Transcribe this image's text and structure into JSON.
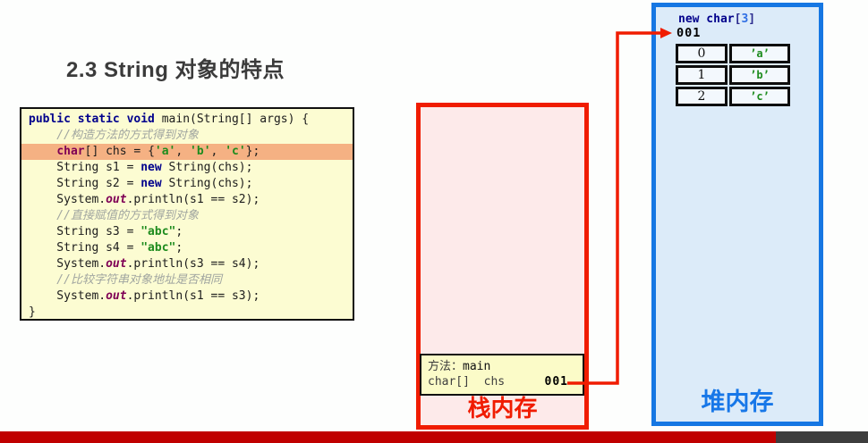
{
  "title": "2.3 String 对象的特点",
  "colors": {
    "title_gray": "#3b3b3b",
    "code_bg": "#fcfcd2",
    "frame_bg": "#fbfbc8",
    "highlight_salmon": "#f5b183",
    "keyword_blue": "#00008c",
    "type_purple": "#7f0055",
    "string_green": "#1e8c1e",
    "comment_gray": "#a0a5a0",
    "stack_border_red": "#f01c00",
    "stack_fill_pink": "#fdeaea",
    "stack_label_red": "#f01c00",
    "heap_border_blue": "#1677e3",
    "heap_fill_blue": "#dcebf9",
    "heap_label_blue": "#1777e8",
    "arrow_red": "#f01c00",
    "bar_red": "#c00000",
    "bar_gray": "#3d3d3d"
  },
  "code": {
    "lines": [
      {
        "highlight": false,
        "segments": [
          {
            "t": "public static void",
            "s": "kw"
          },
          {
            "t": " main(String[] args) {",
            "s": "pl"
          }
        ]
      },
      {
        "highlight": false,
        "segments": [
          {
            "t": "    //构造方法的方式得到对象",
            "s": "cm"
          }
        ]
      },
      {
        "highlight": true,
        "segments": [
          {
            "t": "    ",
            "s": "pl"
          },
          {
            "t": "char",
            "s": "ty"
          },
          {
            "t": "[] chs = {",
            "s": "pl"
          },
          {
            "t": "'a'",
            "s": "st"
          },
          {
            "t": ", ",
            "s": "pl"
          },
          {
            "t": "'b'",
            "s": "st"
          },
          {
            "t": ", ",
            "s": "pl"
          },
          {
            "t": "'c'",
            "s": "st"
          },
          {
            "t": "};",
            "s": "pl"
          }
        ]
      },
      {
        "highlight": false,
        "segments": [
          {
            "t": "    String s1 = ",
            "s": "pl"
          },
          {
            "t": "new",
            "s": "kw"
          },
          {
            "t": " String(chs);",
            "s": "pl"
          }
        ]
      },
      {
        "highlight": false,
        "segments": [
          {
            "t": "    String s2 = ",
            "s": "pl"
          },
          {
            "t": "new",
            "s": "kw"
          },
          {
            "t": " String(chs);",
            "s": "pl"
          }
        ]
      },
      {
        "highlight": false,
        "segments": [
          {
            "t": "    System.",
            "s": "pl"
          },
          {
            "t": "out",
            "s": "ou"
          },
          {
            "t": ".println(s1 == s2);",
            "s": "pl"
          }
        ]
      },
      {
        "highlight": false,
        "segments": [
          {
            "t": "    //直接赋值的方式得到对象",
            "s": "cm"
          }
        ]
      },
      {
        "highlight": false,
        "segments": [
          {
            "t": "    String s3 = ",
            "s": "pl"
          },
          {
            "t": "\"abc\"",
            "s": "st"
          },
          {
            "t": ";",
            "s": "pl"
          }
        ]
      },
      {
        "highlight": false,
        "segments": [
          {
            "t": "    String s4 = ",
            "s": "pl"
          },
          {
            "t": "\"abc\"",
            "s": "st"
          },
          {
            "t": ";",
            "s": "pl"
          }
        ]
      },
      {
        "highlight": false,
        "segments": [
          {
            "t": "    System.",
            "s": "pl"
          },
          {
            "t": "out",
            "s": "ou"
          },
          {
            "t": ".println(s3 == s4);",
            "s": "pl"
          }
        ]
      },
      {
        "highlight": false,
        "segments": [
          {
            "t": "    //比较字符串对象地址是否相同",
            "s": "cm"
          }
        ]
      },
      {
        "highlight": false,
        "segments": [
          {
            "t": "    System.",
            "s": "pl"
          },
          {
            "t": "out",
            "s": "ou"
          },
          {
            "t": ".println(s1 == s3);",
            "s": "pl"
          }
        ]
      },
      {
        "highlight": false,
        "segments": [
          {
            "t": "}",
            "s": "pl"
          }
        ]
      }
    ]
  },
  "stack": {
    "label": "栈内存",
    "frame": {
      "method_label": "方法：",
      "method_name": "main",
      "var_decl": "char[]  chs",
      "var_value": "001"
    }
  },
  "heap": {
    "label": "堆内存",
    "allocation": {
      "expr_new": "new char",
      "bracket_open": "[",
      "size": "3",
      "bracket_close": "]",
      "address": "001"
    },
    "array": {
      "rows": [
        {
          "index": "0",
          "value": "’a’"
        },
        {
          "index": "1",
          "value": "’b’"
        },
        {
          "index": "2",
          "value": "’c’"
        }
      ]
    }
  }
}
